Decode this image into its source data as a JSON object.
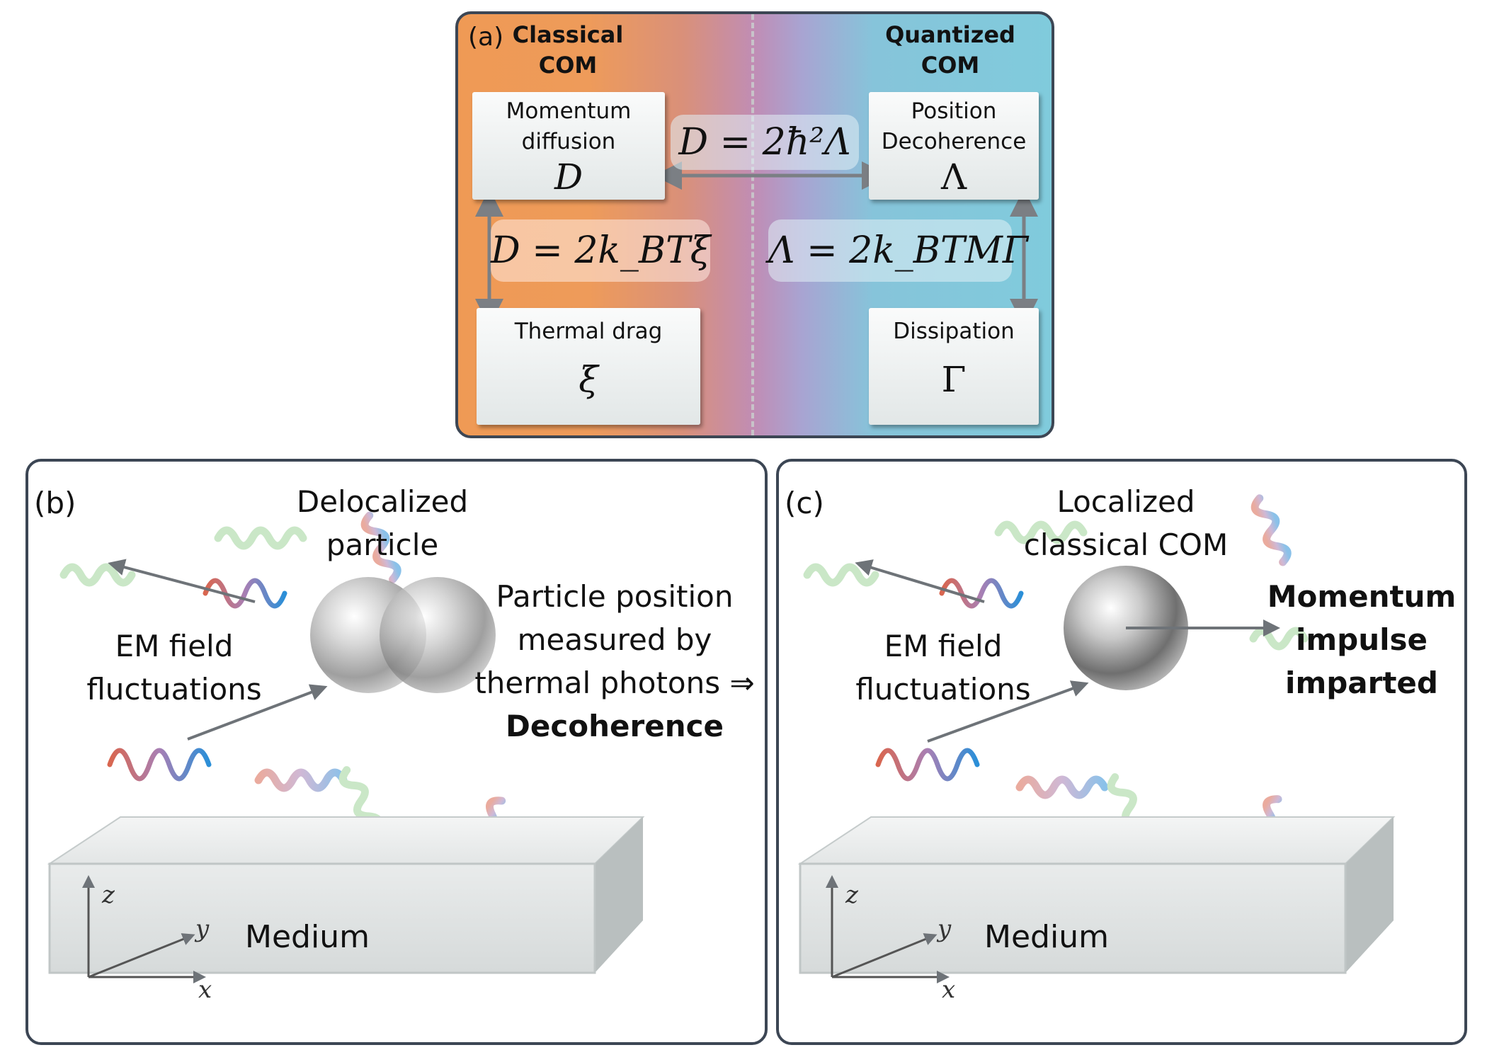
{
  "panel_a": {
    "label": "(a)",
    "classical_header": [
      "Classical",
      "COM"
    ],
    "quantized_header": [
      "Quantized",
      "COM"
    ],
    "momentum_card": {
      "lines": [
        "Momentum",
        "diffusion"
      ],
      "symbol": "D"
    },
    "position_card": {
      "lines": [
        "Position",
        "Decoherence"
      ],
      "symbol": "Λ"
    },
    "thermal_card": {
      "lines": [
        "Thermal drag"
      ],
      "symbol": "ξ"
    },
    "dissipation_card": {
      "lines": [
        "Dissipation"
      ],
      "symbol": "Γ"
    },
    "eq_top": "D = 2ħ²Λ",
    "eq_left": "D = 2k_BTξ",
    "eq_right": "Λ = 2k_BTMΓ"
  },
  "panel_b": {
    "label": "(b)",
    "delocalized": [
      "Delocalized",
      "particle"
    ],
    "em_field": [
      "EM field",
      "fluctuations"
    ],
    "position_text": [
      "Particle position",
      "measured by",
      "thermal photons ⇒"
    ],
    "decoherence": "Decoherence",
    "medium": "Medium",
    "axes": {
      "z": "z",
      "y": "y",
      "x": "x"
    }
  },
  "panel_c": {
    "label": "(c)",
    "localized": [
      "Localized",
      "classical COM"
    ],
    "em_field": [
      "EM field",
      "fluctuations"
    ],
    "momentum_text": [
      "Momentum",
      "impulse",
      "imparted"
    ],
    "medium": "Medium",
    "axes": {
      "z": "z",
      "y": "y",
      "x": "x"
    }
  },
  "colors": {
    "border": "#3c4654",
    "orange": "#ef9a55",
    "purple": "#c08db5",
    "cyan": "#80cbdc",
    "wave_green": "#9ed39a",
    "wave_red": "#d9664f",
    "wave_blue": "#2a8fd8"
  }
}
